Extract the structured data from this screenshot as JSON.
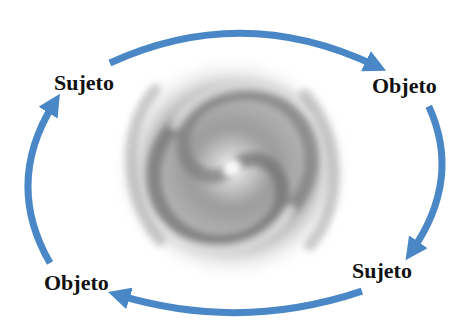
{
  "diagram": {
    "nodes": [
      {
        "text": [
          "Sujeto"
        ]
      },
      {
        "text": [
          "Objeto"
        ]
      },
      {
        "text": [
          "Sujeto"
        ]
      },
      {
        "text": [
          "Objeto"
        ]
      }
    ],
    "edges": [
      {
        "from": 0,
        "to": 1,
        "arrow": "to"
      },
      {
        "from": 1,
        "to": 2,
        "arrow": "to"
      },
      {
        "from": 2,
        "to": 3,
        "arrow": "to"
      },
      {
        "from": 3,
        "to": 0,
        "arrow": "to"
      }
    ]
  }
}
